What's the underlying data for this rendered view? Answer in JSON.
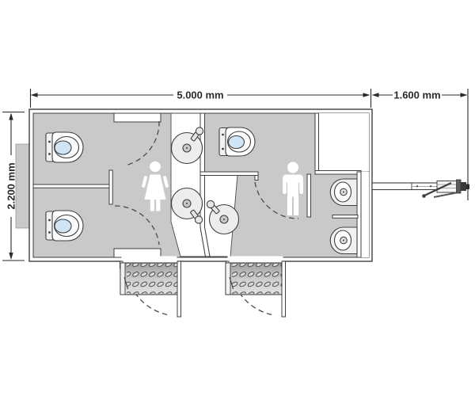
{
  "dimensions": {
    "body_length_label": "5.000 mm",
    "drawbar_length_label": "1.600 mm",
    "body_width_label": "2.200 mm"
  },
  "colors": {
    "background": "#ffffff",
    "floor_gray": "#c9c9c9",
    "line_dark": "#3f3f3f",
    "toilet_water_blue": "#cfe4f4",
    "fixture_light": "#ededed",
    "step_dark": "#9f9f9f",
    "step_light": "#e2e2e2"
  },
  "fixtures": {
    "toilet_count": 3,
    "urinal_count": 2,
    "sink_count": 3,
    "entry_steps_count": 2,
    "pictograms": [
      "woman-pictogram",
      "man-pictogram"
    ]
  }
}
